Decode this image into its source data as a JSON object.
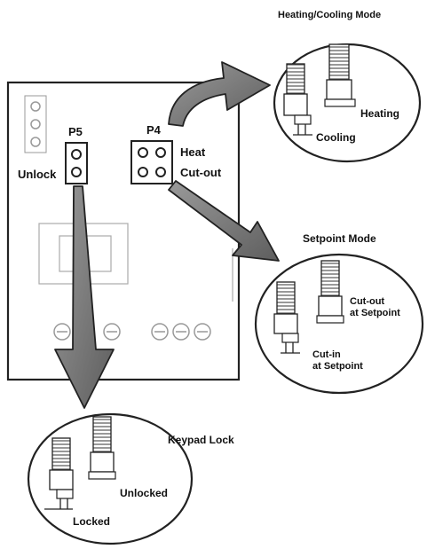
{
  "board": {
    "p5_label": "P5",
    "p4_label": "P4",
    "unlock_label": "Unlock",
    "heat_label": "Heat",
    "cutout_label": "Cut-out"
  },
  "insets": {
    "heating_cooling": {
      "title": "Heating/Cooling Mode",
      "heating_label": "Heating",
      "cooling_label": "Cooling"
    },
    "setpoint": {
      "title": "Setpoint Mode",
      "cutout_line1": "Cut-out",
      "cutout_line2": "at Setpoint",
      "cutin_line1": "Cut-in",
      "cutin_line2": "at Setpoint"
    },
    "keypad_lock": {
      "title": "Keypad Lock",
      "unlocked_label": "Unlocked",
      "locked_label": "Locked"
    }
  },
  "colors": {
    "line": "#222222",
    "arrow_fill": "#7a7a7a",
    "board_detail": "#999999"
  }
}
